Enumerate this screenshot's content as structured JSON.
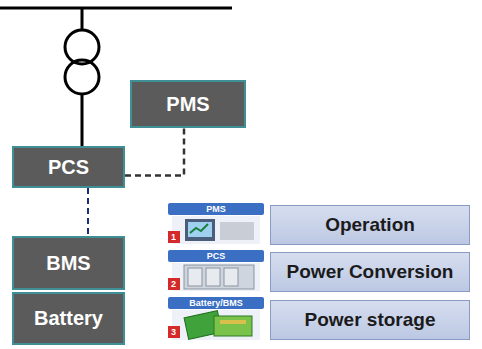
{
  "diagram": {
    "nodes": [
      {
        "text": [
          "PMS"
        ]
      },
      {
        "text": [
          "PCS"
        ]
      },
      {
        "text": [
          "BMS"
        ]
      },
      {
        "text": [
          "Battery"
        ]
      },
      {
        "text": [
          "Operation"
        ]
      },
      {
        "text": [
          "Power Conversion"
        ]
      },
      {
        "text": [
          "Power storage"
        ]
      }
    ],
    "edges": [
      {
        "from": 1,
        "to": 0,
        "arrow": "none"
      },
      {
        "from": 1,
        "to": 2,
        "arrow": "none"
      }
    ],
    "labels": [
      "PMS",
      "1",
      "PCS",
      "2",
      "Battery/BMS",
      "3"
    ]
  }
}
